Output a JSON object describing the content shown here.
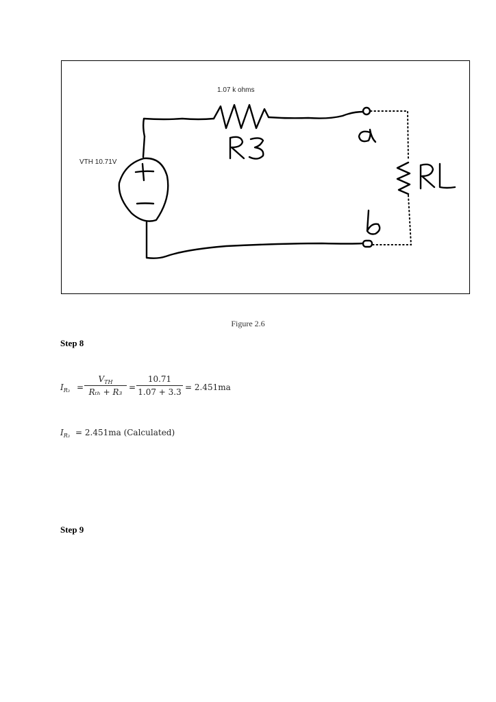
{
  "figure": {
    "resistor_value": "1.07 k ohms",
    "resistor_name": "R3",
    "source_label": "VTH 10.71V",
    "source_plus": "+",
    "source_minus": "—",
    "terminal_a": "a",
    "terminal_b": "b",
    "load_label": "RL",
    "caption": "Figure 2.6"
  },
  "step8": {
    "heading": "Step 8",
    "eq1": {
      "lhs_symbol": "I",
      "lhs_sub": "R₃",
      "equals1": "=",
      "frac1_num_symbol": "V",
      "frac1_num_sub": "TH",
      "frac1_den": "Rₜₕ + R₃",
      "equals2": "=",
      "frac2_num": "10.71",
      "frac2_den": "1.07 + 3.3",
      "result": "= 2.451ma"
    },
    "eq2": {
      "lhs_symbol": "I",
      "lhs_sub": "R₃",
      "rhs": "= 2.451ma (Calculated)"
    }
  },
  "step9": {
    "heading": "Step 9"
  }
}
